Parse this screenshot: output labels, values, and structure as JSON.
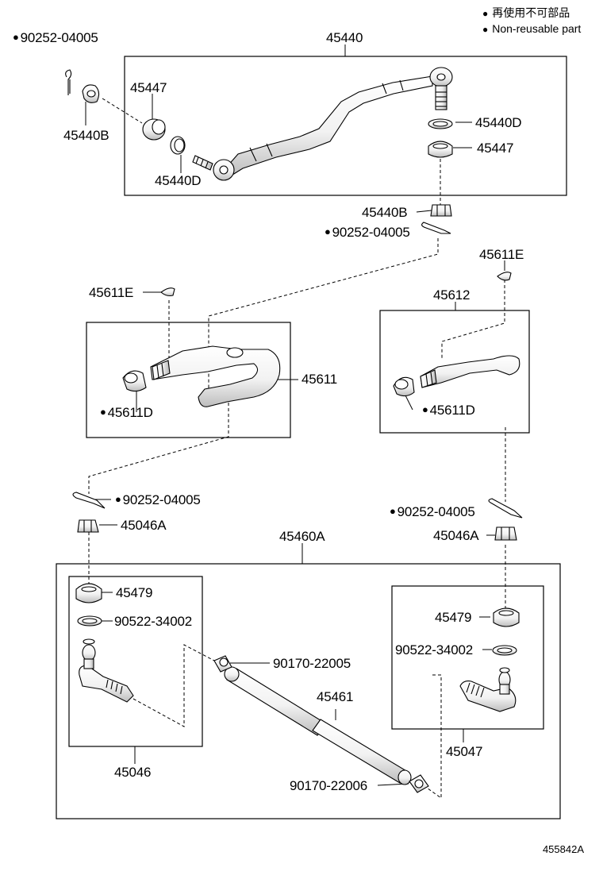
{
  "legend": {
    "jp": "再使用不可部品",
    "en": "Non-reusable part"
  },
  "figure_id": "455842A",
  "parts": {
    "p_90252_04005_a": "90252-04005",
    "p_45440": "45440",
    "p_45447_a": "45447",
    "p_45440B_a": "45440B",
    "p_45440D_a": "45440D",
    "p_45440D_b": "45440D",
    "p_45447_b": "45447",
    "p_45440B_b": "45440B",
    "p_90252_04005_b": "90252-04005",
    "p_45611E_a": "45611E",
    "p_45611E_b": "45611E",
    "p_45612": "45612",
    "p_45611": "45611",
    "p_45611D_a": "45611D",
    "p_45611D_b": "45611D",
    "p_90252_04005_c": "90252-04005",
    "p_90252_04005_d": "90252-04005",
    "p_45046A_a": "45046A",
    "p_45046A_b": "45046A",
    "p_45460A": "45460A",
    "p_45479_a": "45479",
    "p_90522_34002_a": "90522-34002",
    "p_90170_22005": "90170-22005",
    "p_45479_b": "45479",
    "p_90522_34002_b": "90522-34002",
    "p_45461": "45461",
    "p_45046": "45046",
    "p_45047": "45047",
    "p_90170_22006": "90170-22006"
  }
}
